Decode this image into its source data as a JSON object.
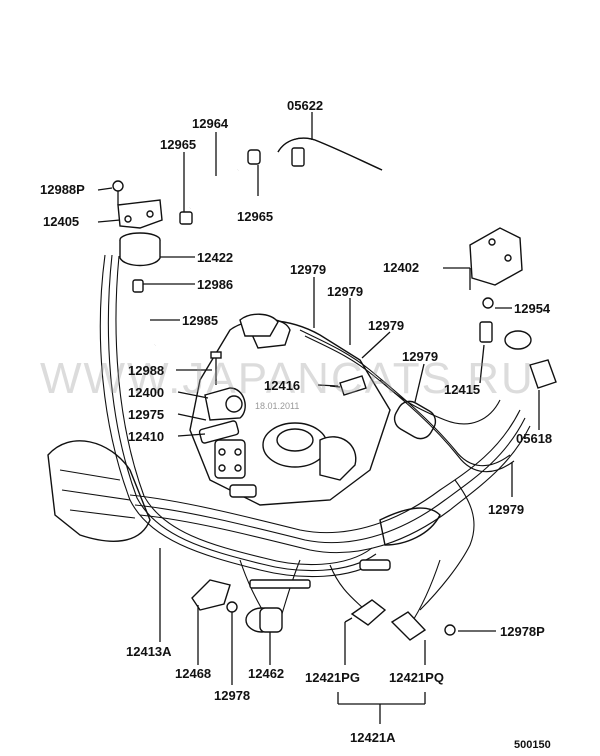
{
  "diagram": {
    "parts": {
      "p05622": "05622",
      "p12964": "12964",
      "p12965a": "12965",
      "p12965b": "12965",
      "p12988P": "12988P",
      "p12405": "12405",
      "p12422": "12422",
      "p12986": "12986",
      "p12985": "12985",
      "p12988": "12988",
      "p12400": "12400",
      "p12975": "12975",
      "p12410": "12410",
      "p12979a": "12979",
      "p12979b": "12979",
      "p12979c": "12979",
      "p12979d": "12979",
      "p12979e": "12979",
      "p12416": "12416",
      "p12402": "12402",
      "p12954": "12954",
      "p12415": "12415",
      "p05618": "05618",
      "p12413A": "12413A",
      "p12468": "12468",
      "p12978": "12978",
      "p12462": "12462",
      "p12421PG": "12421PG",
      "p12421PQ": "12421PQ",
      "p12421A": "12421A",
      "p12978P": "12978P"
    },
    "watermark": "WWW.JAPANCATS.RU",
    "watermark_small": "18.01.2011",
    "figure_code": "500150"
  }
}
